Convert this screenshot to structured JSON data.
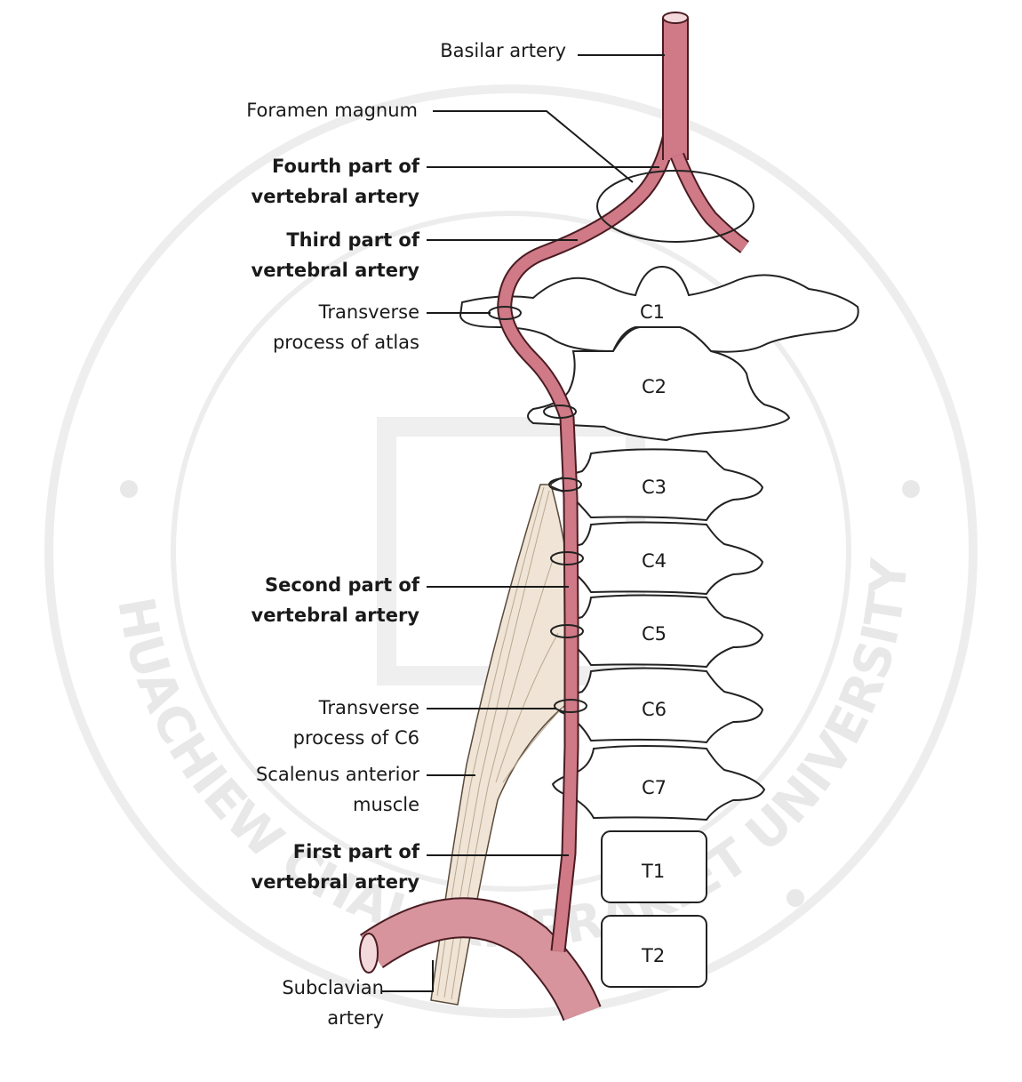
{
  "labels": {
    "basilar_artery": "Basilar artery",
    "foramen_magnum": "Foramen magnum",
    "fourth_part_1": "Fourth part of",
    "fourth_part_2": "vertebral artery",
    "third_part_1": "Third part of",
    "third_part_2": "vertebral artery",
    "transverse_atlas_1": "Transverse",
    "transverse_atlas_2": "process of atlas",
    "second_part_1": "Second part of",
    "second_part_2": "vertebral artery",
    "transverse_c6_1": "Transverse",
    "transverse_c6_2": "process of C6",
    "scalenus_1": "Scalenus anterior",
    "scalenus_2": "muscle",
    "first_part_1": "First part of",
    "first_part_2": "vertebral artery",
    "subclavian_1": "Subclavian",
    "subclavian_2": "artery"
  },
  "vertebrae": {
    "c1": "C1",
    "c2": "C2",
    "c3": "C3",
    "c4": "C4",
    "c5": "C5",
    "c6": "C6",
    "c7": "C7",
    "t1": "T1",
    "t2": "T2"
  },
  "watermark": {
    "university": "HUACHIEW CHALERMPRAKIET UNIVERSITY"
  },
  "colors": {
    "artery": "#cf7a86",
    "artery_outline": "#4a1c22",
    "muscle": "#efe4d6",
    "bone_outline": "#222222",
    "watermark": "#e6e6e6"
  }
}
